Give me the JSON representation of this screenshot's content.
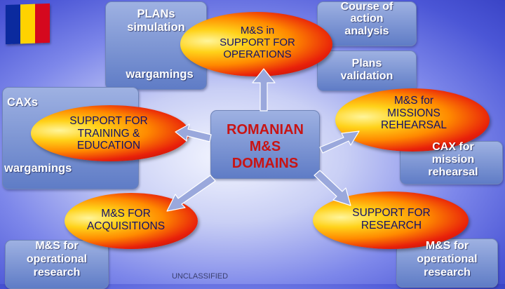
{
  "flag": {
    "name": "romania-flag-icon",
    "colors": [
      "#0b2a9e",
      "#ffd200",
      "#d5081e"
    ]
  },
  "center": {
    "line1": "ROMANIAN",
    "line2": "M&S",
    "line3": "DOMAINS"
  },
  "top_center": {
    "line1": "M&S in",
    "line2": "SUPPORT FOR",
    "line3": "OPERATIONS"
  },
  "top_left_box": {
    "line1": "PLANs",
    "line2": "simulation",
    "line3": "wargamings"
  },
  "top_right_boxes": {
    "course_line1": "Course of",
    "course_line2": "action",
    "course_line3": "analysis",
    "plans_line1": "Plans",
    "plans_line2": "validation"
  },
  "left_middle": {
    "cax_label": "CAXs",
    "oval_line1": "SUPPORT FOR",
    "oval_line2": "TRAINING &",
    "oval_line3": "EDUCATION",
    "wargamings_label": "wargamings"
  },
  "right_middle": {
    "oval_line1": "M&S for",
    "oval_line2": "MISSIONS",
    "oval_line3": "REHEARSAL",
    "box_line1": "CAX for",
    "box_line2": "mission",
    "box_line3": "rehearsal"
  },
  "bottom_left": {
    "oval_line1": "M&S FOR",
    "oval_line2": "ACQUISITIONS",
    "box_line1": "M&S for",
    "box_line2": "operational",
    "box_line3": "research"
  },
  "bottom_right": {
    "oval_line1": "SUPPORT FOR",
    "oval_line2": "RESEARCH",
    "box_line1": "M&S for",
    "box_line2": "operational",
    "box_line3": "research"
  },
  "classification": "UNCLASSIFIED",
  "colors": {
    "box_fill": "#5f7cc6",
    "box_border": "#6f84b8",
    "oval_center": "#ffd21a",
    "oval_edge": "#c01010",
    "arrow": "#9aa8dc",
    "background": "#7d87ea"
  }
}
